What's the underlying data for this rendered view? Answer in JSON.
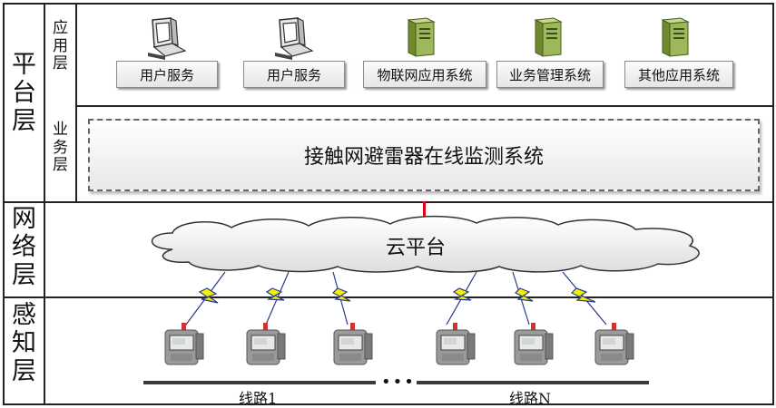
{
  "layers": {
    "platform": [
      "平",
      "台",
      "层"
    ],
    "network": [
      "网",
      "络",
      "层"
    ],
    "perception": [
      "感",
      "知",
      "层"
    ],
    "application": [
      "应",
      "用",
      "层"
    ],
    "business": [
      "业",
      "务",
      "层"
    ]
  },
  "applications": [
    {
      "label": "用户服务",
      "icon": "computer-icon"
    },
    {
      "label": "用户服务",
      "icon": "computer-icon"
    },
    {
      "label": "物联网应用系统",
      "icon": "server-icon"
    },
    {
      "label": "业务管理系统",
      "icon": "server-icon"
    },
    {
      "label": "其他应用系统",
      "icon": "server-icon"
    }
  ],
  "business_system": "接触网避雷器在线监测系统",
  "cloud_label": "云平台",
  "lines": [
    "线路1",
    "线路N"
  ],
  "ellipsis": "•••",
  "colors": {
    "link": "#e8001a",
    "lightning": "#f2f200",
    "server": "#8ea94a"
  }
}
